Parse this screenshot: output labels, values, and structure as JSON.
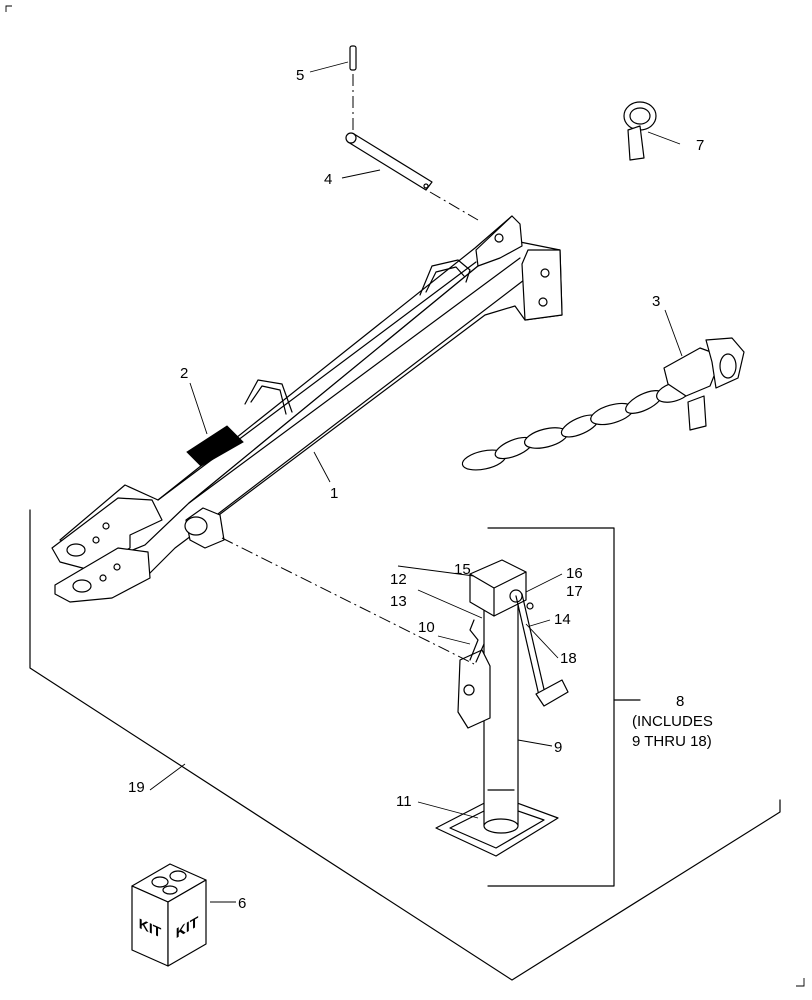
{
  "callouts": {
    "c1": "1",
    "c2": "2",
    "c3": "3",
    "c4": "4",
    "c5": "5",
    "c6": "6",
    "c7": "7",
    "c8": "8",
    "c8_note_line1": "(INCLUDES",
    "c8_note_line2": "9 THRU 18)",
    "c9": "9",
    "c10": "10",
    "c11": "11",
    "c12": "12",
    "c13": "13",
    "c14": "14",
    "c15": "15",
    "c16": "16",
    "c17": "17",
    "c18": "18",
    "c19": "19"
  },
  "kit_box": {
    "left_label": "KIT",
    "right_label": "KIT"
  }
}
